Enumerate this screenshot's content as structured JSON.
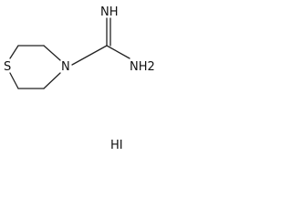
{
  "molecule": {
    "atoms": {
      "sulfur": "S",
      "ring_nitrogen": "N",
      "imine": "NH",
      "amine": "NH2"
    },
    "counterion": "HI"
  }
}
